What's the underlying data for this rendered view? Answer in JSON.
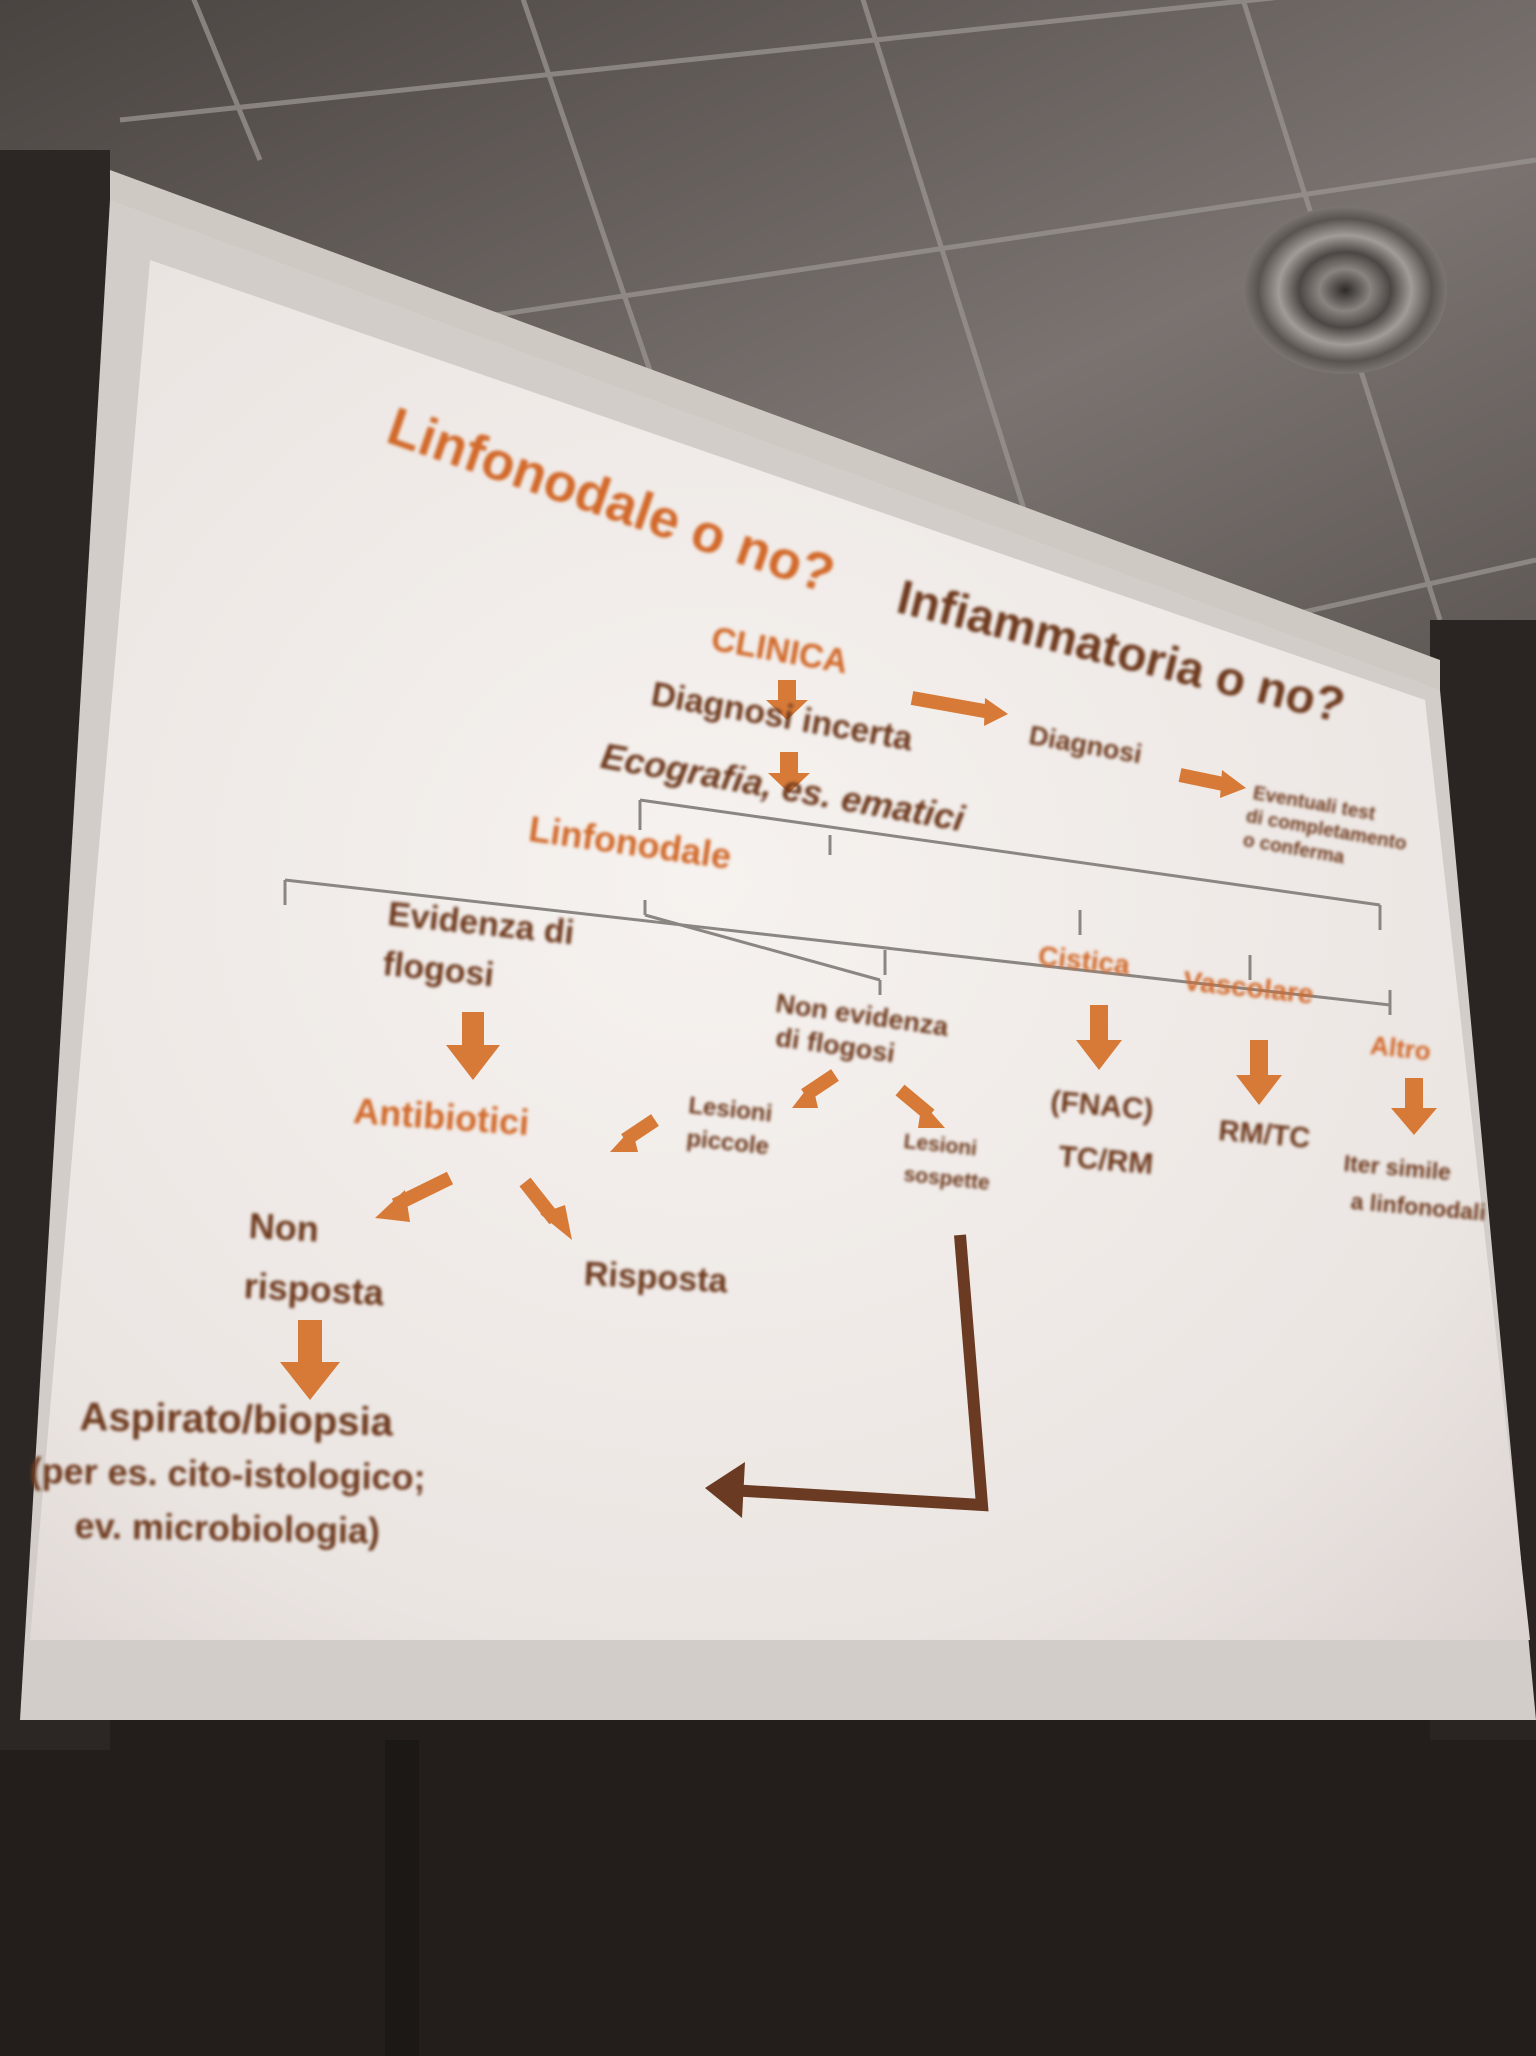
{
  "slide": {
    "title_left": "Linfonodale o no?",
    "title_right": "Infiammatoria o no?",
    "clinica": "CLINICA",
    "diagnosi_incerta": "Diagnosi incerta",
    "diagnosi": "Diagnosi",
    "eventuali_1": "Eventuali test",
    "eventuali_2": "di completamento",
    "eventuali_3": "o conferma",
    "ecografia": "Ecografia, es. ematici",
    "linfonodale": "Linfonodale",
    "evidenza_1": "Evidenza di",
    "evidenza_2": "flogosi",
    "non_evidenza_1": "Non evidenza",
    "non_evidenza_2": "di flogosi",
    "cistica": "Cistica",
    "vascolare": "Vascolare",
    "altro": "Altro",
    "antibiotici": "Antibiotici",
    "lesioni_piccole_1": "Lesioni",
    "lesioni_piccole_2": "piccole",
    "lesioni_sospette_1": "Lesioni",
    "lesioni_sospette_2": "sospette",
    "fnac": "(FNAC)",
    "tcrm": "TC/RM",
    "rmtc": "RM/TC",
    "iter_1": "Iter simile",
    "iter_2": "a linfonodali",
    "non_risposta_1": "Non",
    "non_risposta_2": "risposta",
    "risposta": "Risposta",
    "aspirato": "Aspirato/biopsia",
    "aspirato_sub_1": "(per es. cito-istologico;",
    "aspirato_sub_2": "ev. microbiologia)"
  },
  "colors": {
    "orange": "#d2692a",
    "brown": "#6e3a1e",
    "screen": "#f1ece8",
    "ceiling": "#6d6763"
  }
}
